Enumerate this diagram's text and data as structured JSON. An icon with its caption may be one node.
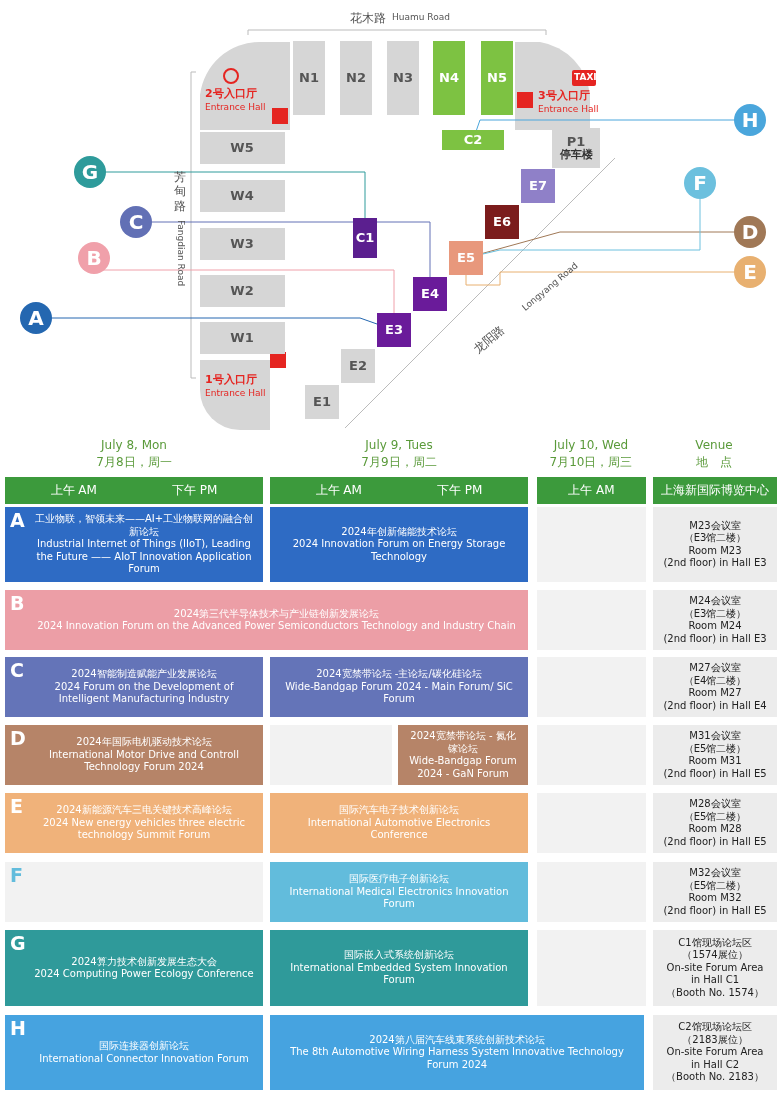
{
  "diagram": {
    "nodes": [
      {
        "text": [
          "N1"
        ]
      },
      {
        "text": [
          "N2"
        ]
      },
      {
        "text": [
          "N3"
        ]
      },
      {
        "text": [
          "N4"
        ]
      },
      {
        "text": [
          "N5"
        ]
      },
      {
        "text": [
          "W5"
        ]
      },
      {
        "text": [
          "W4"
        ]
      },
      {
        "text": [
          "W3"
        ]
      },
      {
        "text": [
          "W2"
        ]
      },
      {
        "text": [
          "W1"
        ]
      },
      {
        "text": [
          "E1"
        ]
      },
      {
        "text": [
          "E2"
        ]
      },
      {
        "text": [
          "E3"
        ]
      },
      {
        "text": [
          "E4"
        ]
      },
      {
        "text": [
          "E5"
        ]
      },
      {
        "text": [
          "E6"
        ]
      },
      {
        "text": [
          "E7"
        ]
      },
      {
        "text": [
          "C1"
        ]
      },
      {
        "text": [
          "C2"
        ]
      },
      {
        "text": [
          "P1",
          "停车楼"
        ]
      },
      {
        "text": [
          "A"
        ]
      },
      {
        "text": [
          "B"
        ]
      },
      {
        "text": [
          "C"
        ]
      },
      {
        "text": [
          "D"
        ]
      },
      {
        "text": [
          "E"
        ]
      },
      {
        "text": [
          "F"
        ]
      },
      {
        "text": [
          "G"
        ]
      },
      {
        "text": [
          "H"
        ]
      }
    ],
    "edges": [
      {
        "from": 20,
        "to": 12,
        "arrow": "none",
        "color": "#2467b0"
      },
      {
        "from": 21,
        "to": 12,
        "arrow": "none",
        "color": "#f0a0aa"
      },
      {
        "from": 22,
        "to": 13,
        "arrow": "none",
        "color": "#6270b5"
      },
      {
        "from": 23,
        "to": 14,
        "arrow": "none",
        "color": "#a07856"
      },
      {
        "from": 24,
        "to": 14,
        "arrow": "none",
        "color": "#e8b070"
      },
      {
        "from": 25,
        "to": 14,
        "arrow": "none",
        "color": "#6cc0de"
      },
      {
        "from": 26,
        "to": 17,
        "arrow": "none",
        "color": "#2e9b9b"
      },
      {
        "from": 27,
        "to": 18,
        "arrow": "none",
        "color": "#4aa6dc"
      }
    ],
    "labels": [
      "花木路",
      "Huamu Road",
      "芳甸路",
      "Fangdian Road",
      "龙阳路",
      "Longyang Road",
      "2号入口厅",
      "Entrance Hall",
      "3号入口厅",
      "Entrance Hall",
      "TAXI",
      "1号入口厅",
      "Entrance Hall",
      "July 8, Mon",
      "7月8日，周一",
      "July 9, Tues",
      "7月9日，周二",
      "July 10, Wed",
      "7月10日，周三",
      "Venue",
      "地　点",
      "上午 AM",
      "下午 PM",
      "上午 AM",
      "下午 PM",
      "上午 AM",
      "上海新国际博览中心",
      "A",
      "工业物联，智领未来——AI+工业物联网的融合创新论坛",
      "Industrial Internet of Things (IIoT), Leading the Future —— AIoT Innovation Application Forum",
      "2024年创新储能技术论坛",
      "2024 Innovation Forum on Energy Storage Technology",
      "M23会议室",
      "（E3馆二楼）",
      "Room M23",
      "(2nd floor) in Hall E3",
      "B",
      "2024第三代半导体技术与产业链创新发展论坛",
      "2024 Innovation Forum on the Advanced Power Semiconductors Technology and Industry Chain",
      "M24会议室",
      "（E3馆二楼）",
      "Room M24",
      "(2nd floor) in Hall E3",
      "C",
      "2024智能制造赋能产业发展论坛",
      "2024 Forum on the Development of Intelligent Manufacturing Industry",
      "2024宽禁带论坛 -主论坛/碳化硅论坛",
      "Wide-Bandgap Forum 2024 - Main Forum/ SiC Forum",
      "M27会议室",
      "（E4馆二楼）",
      "Room M27",
      "(2nd floor) in Hall E4",
      "D",
      "2024年国际电机驱动技术论坛",
      "International Motor Drive and Controll Technology Forum 2024",
      "2024宽禁带论坛 - 氮化镓论坛",
      "Wide-Bandgap Forum 2024 - GaN Forum",
      "M31会议室",
      "（E5馆二楼）",
      "Room M31",
      "(2nd floor) in Hall E5",
      "E",
      "2024新能源汽车三电关键技术高峰论坛",
      "2024 New energy vehicles three electric technology Summit Forum",
      "国际汽车电子技术创新论坛",
      "International Automotive Electronics Conference",
      "M28会议室",
      "（E5馆二楼）",
      "Room M28",
      "(2nd floor) in Hall E5",
      "F",
      "国际医疗电子创新论坛",
      "International Medical Electronics Innovation Forum",
      "M32会议室",
      "（E5馆二楼）",
      "Room M32",
      "(2nd floor) in Hall E5",
      "G",
      "2024算力技术创新发展生态大会",
      "2024 Computing Power Ecology Conference",
      "国际嵌入式系统创新论坛",
      "International Embedded System Innovation Forum",
      "C1馆现场论坛区",
      "（1574展位）",
      "On-site Forum Area",
      "in Hall C1",
      "（Booth No. 1574）",
      "H",
      "国际连接器创新论坛",
      "International Connector Innovation Forum",
      "2024第八届汽车线束系统创新技术论坛",
      "The 8th Automotive Wiring Harness System Innovative Technology Forum 2024",
      "C2馆现场论坛区",
      "（2183展位）",
      "On-site Forum Area",
      "in Hall C2",
      "（Booth No. 2183）"
    ]
  }
}
